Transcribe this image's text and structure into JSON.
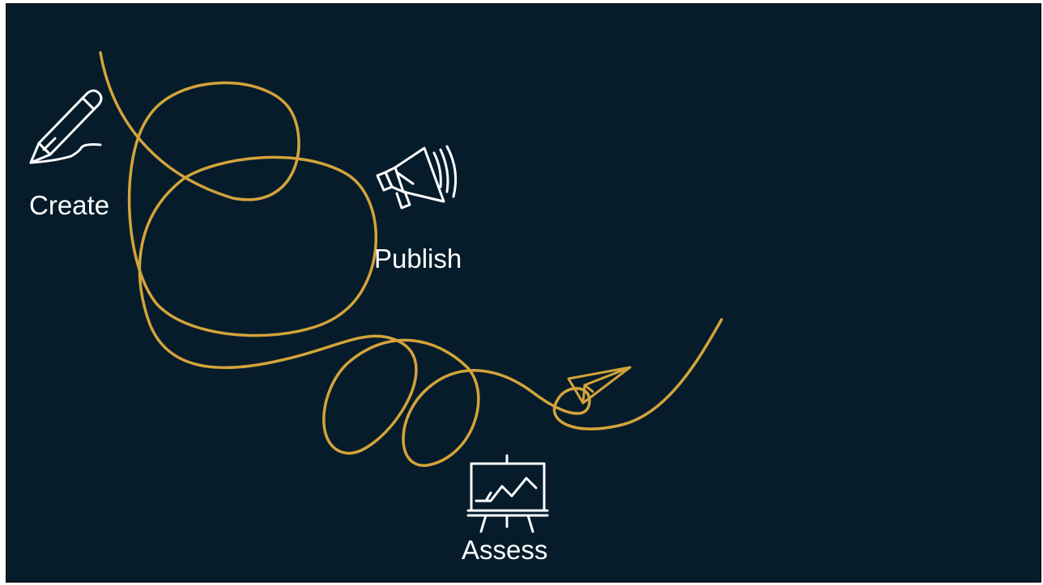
{
  "slide": {
    "background_color": "#061c2b",
    "path_color": "#d4a43a",
    "icon_color": "#ffffff"
  },
  "steps": [
    {
      "label": "Create",
      "icon": "pencil-icon"
    },
    {
      "label": "Publish",
      "icon": "megaphone-icon"
    },
    {
      "label": "Assess",
      "icon": "presentation-chart-icon"
    }
  ],
  "decorations": {
    "end_icon": "paper-plane-icon"
  }
}
